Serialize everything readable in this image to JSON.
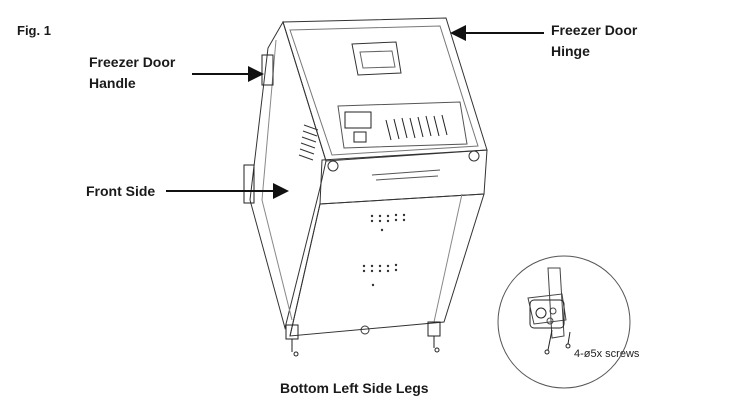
{
  "figure": {
    "number_label": "Fig. 1",
    "callouts": {
      "freezer_door_handle": "Freezer Door\nHandle",
      "freezer_door_hinge": "Freezer Door\nHinge",
      "front_side": "Front Side",
      "bottom_left_side_legs": "Bottom Left Side Legs"
    },
    "detail_inset": {
      "screws_label": "4-ø5x screws"
    }
  }
}
